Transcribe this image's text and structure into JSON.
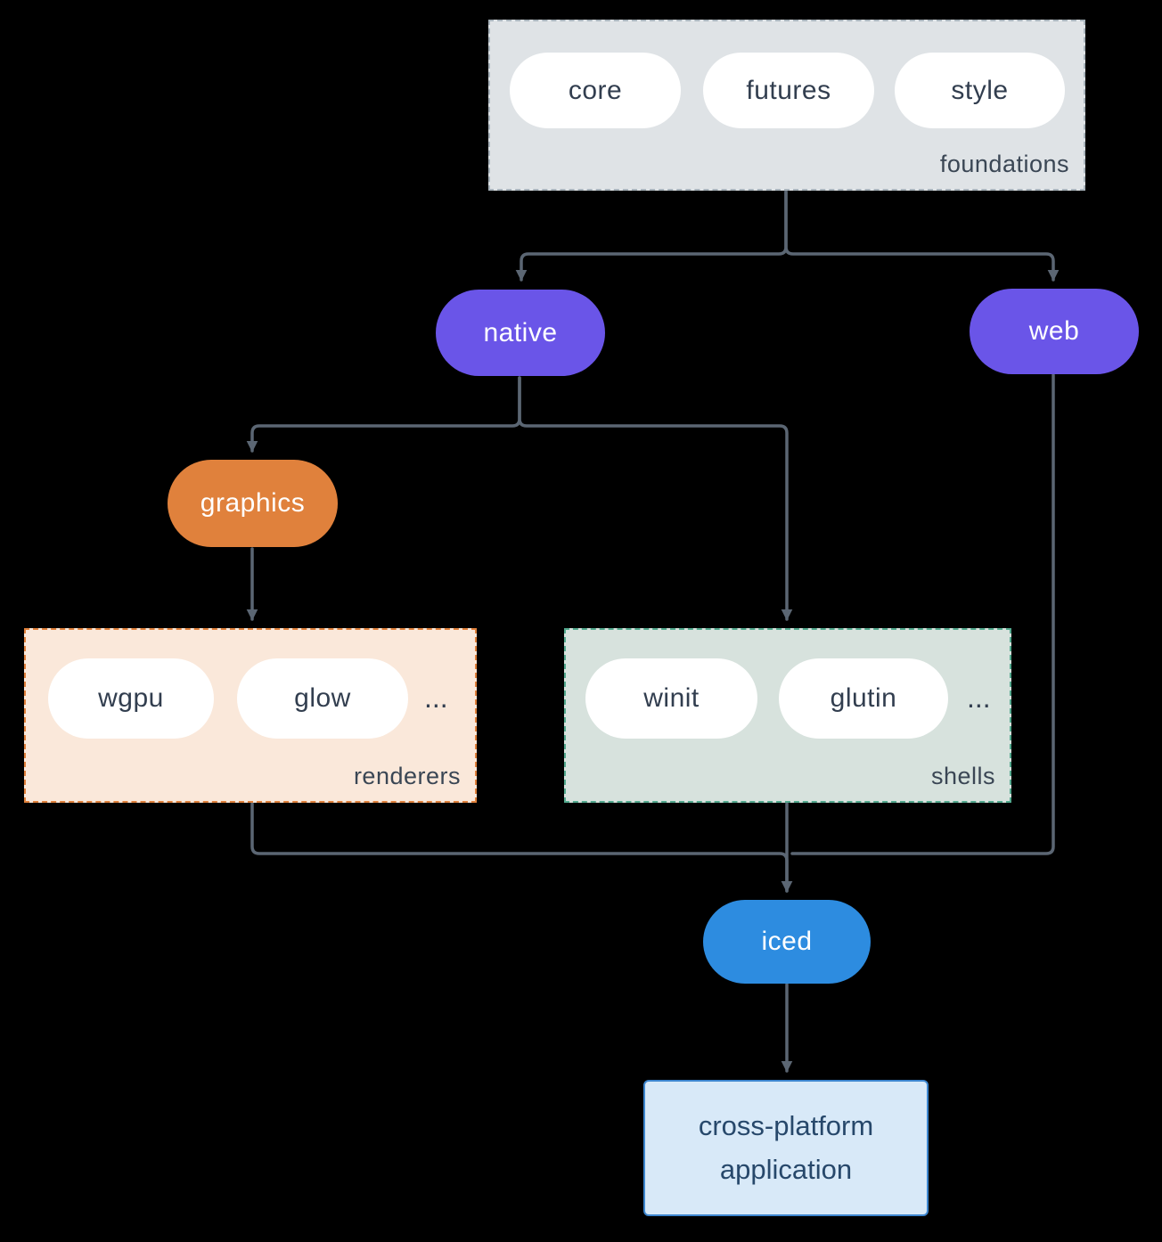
{
  "colors": {
    "background": "#000000",
    "connector": "#5b6673",
    "pill_text_dark": "#323e4f",
    "group_label": "#3a4654",
    "white": "#ffffff"
  },
  "groups": {
    "foundations": {
      "label": "foundations",
      "bg": "#dfe3e6",
      "border": "#a9b4bc",
      "items": [
        "core",
        "futures",
        "style"
      ]
    },
    "renderers": {
      "label": "renderers",
      "bg": "#fae8da",
      "border": "#e0813c",
      "items": [
        "wgpu",
        "glow"
      ],
      "more": "..."
    },
    "shells": {
      "label": "shells",
      "bg": "#d7e2dd",
      "border": "#53a98e",
      "items": [
        "winit",
        "glutin"
      ],
      "more": "..."
    }
  },
  "nodes": {
    "native": {
      "label": "native",
      "bg": "#6a55e8"
    },
    "web": {
      "label": "web",
      "bg": "#6a55e8"
    },
    "graphics": {
      "label": "graphics",
      "bg": "#e0813c"
    },
    "iced": {
      "label": "iced",
      "bg": "#2d8ce0"
    },
    "application": {
      "label": "cross-platform application",
      "bg": "#d8e9f8",
      "border": "#3d86cf",
      "text": "#27486b"
    }
  }
}
